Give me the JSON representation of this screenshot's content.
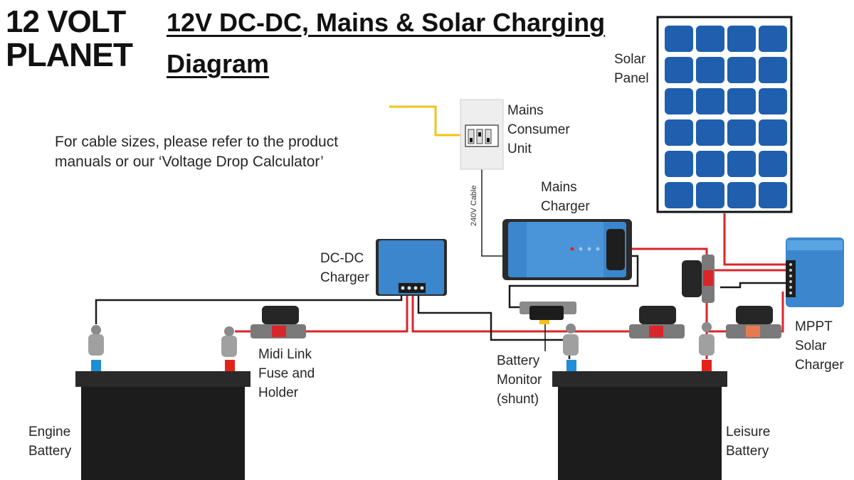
{
  "logo": {
    "line1_num": "12",
    "line1_word": "VOLT",
    "line2": "PLANET"
  },
  "title": {
    "line1": "12V DC-DC, Mains & Solar Charging",
    "line2": "Diagram"
  },
  "note": "For cable sizes, please refer to the product manuals or our ‘Voltage Drop Calculator’",
  "labels": {
    "solar_panel": "Solar\nPanel",
    "mains_consumer_unit": "Mains\nConsumer\nUnit",
    "mains_charger": "Mains\nCharger",
    "dcdc_charger": "DC-DC\nCharger",
    "midi_link": "Midi Link\nFuse and\nHolder",
    "battery_monitor": "Battery\nMonitor\n(shunt)",
    "mppt": "MPPT\nSolar\nCharger",
    "engine_battery": "Engine\nBattery",
    "leisure_battery": "Leisure\nBattery",
    "cable_240v": "240V Cable"
  },
  "colors": {
    "positive_wire": "#d9262b",
    "negative_wire": "#1a1a1a",
    "mains_wire": "#f2c21b",
    "charger_blue": "#3b86cc",
    "solar_cell": "#1f5fae",
    "battery_body": "#1c1c1c",
    "terminal_positive": "#e2231a",
    "terminal_negative": "#1e8fd6"
  }
}
